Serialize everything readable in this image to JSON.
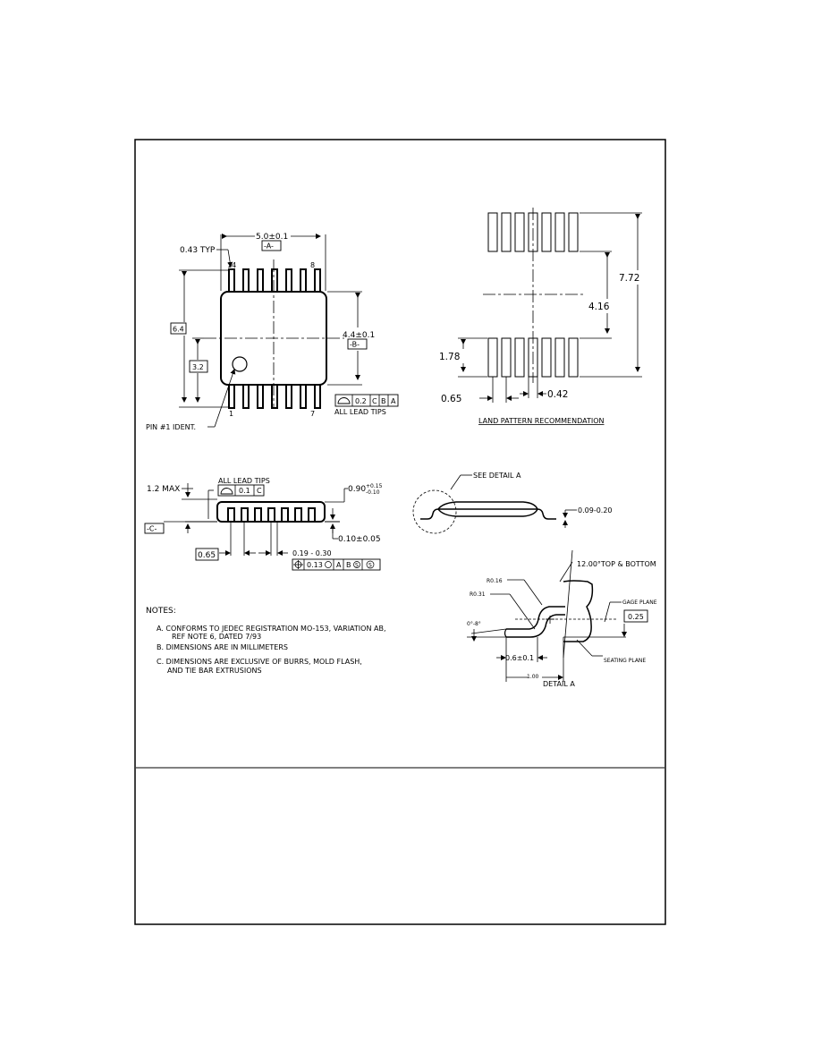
{
  "top_view": {
    "width_dim": "5.0±0.1",
    "datum_a": "-A-",
    "lead_width_typ": "0.43 TYP",
    "pin14": "14",
    "pin8": "8",
    "pin1": "1",
    "pin7": "7",
    "overall_width": "6.4",
    "half_width": "3.2",
    "body_width": "4.4±0.1",
    "datum_b": "-B-",
    "pin1_ident": "PIN #1 IDENT.",
    "tolerance_value": "0.2",
    "tolerance_ref_c": "C",
    "tolerance_ref_b": "B",
    "tolerance_ref_a": "A",
    "all_lead_tips": "ALL LEAD TIPS"
  },
  "land_pattern": {
    "dim_total": "7.72",
    "dim_inner": "4.16",
    "dim_pad": "1.78",
    "dim_pitch": "0.65",
    "dim_pad_width": "0.42",
    "caption": "LAND PATTERN RECOMMENDATION"
  },
  "side_view": {
    "max_height": "1.2 MAX",
    "all_lead_tips": "ALL LEAD TIPS",
    "flatness_value": "0.1",
    "flatness_ref": "C",
    "body_thickness": "0.90",
    "body_tol_plus": "+0.15",
    "body_tol_minus": "-0.10",
    "datum_c": "-C-",
    "standoff": "0.10±0.05",
    "pitch": "0.65",
    "lead_width": "0.19 - 0.30",
    "position_tol": "0.13",
    "pos_ref_a": "A",
    "pos_ref_b": "B",
    "pos_ref_last": "S"
  },
  "end_view": {
    "see_detail": "SEE DETAIL A",
    "lead_thickness": "0.09-0.20"
  },
  "detail_a": {
    "angle_label": "12.00°TOP & BOTTOM",
    "r1": "R0.16",
    "r2": "R0.31",
    "gage_plane": "GAGE PLANE",
    "gage_value": "0.25",
    "foot_angle": "0°-8°",
    "foot_length": "0.6±0.1",
    "seating_plane": "SEATING PLANE",
    "footprint": "1.00",
    "caption": "DETAIL A"
  },
  "notes": {
    "heading": "NOTES:",
    "a1": "A. CONFORMS TO JEDEC REGISTRATION MO-153, VARIATION AB,",
    "a2": "REF NOTE 6, DATED 7/93",
    "b": "B. DIMENSIONS ARE IN MILLIMETERS",
    "c1": "C. DIMENSIONS ARE EXCLUSIVE OF BURRS, MOLD FLASH,",
    "c2": "AND TIE BAR EXTRUSIONS"
  }
}
